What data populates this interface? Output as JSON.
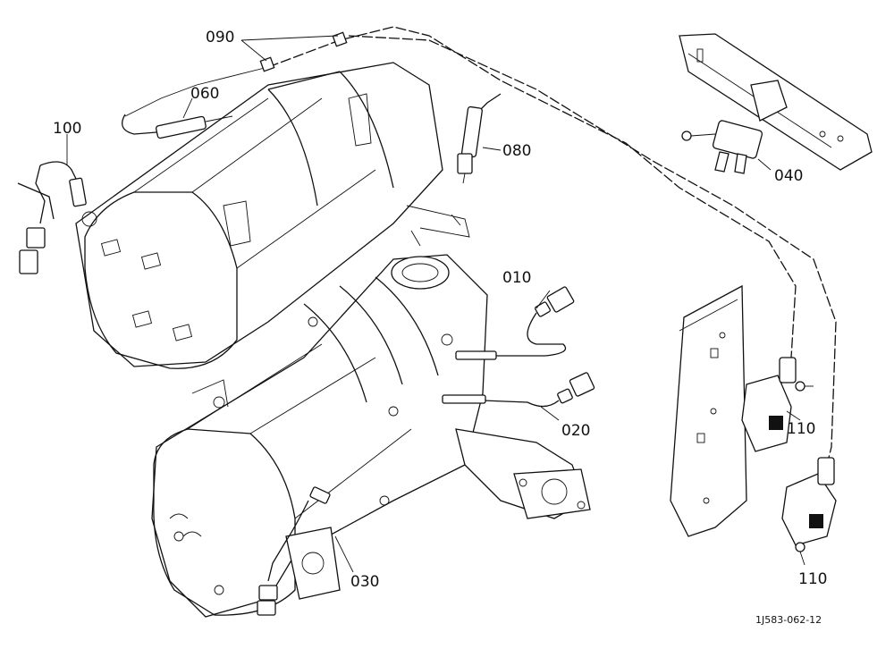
{
  "callouts": {
    "c010": "010",
    "c020": "020",
    "c030": "030",
    "c040": "040",
    "c060": "060",
    "c080": "080",
    "c090": "090",
    "c100": "100",
    "c110a": "110",
    "c110b": "110"
  },
  "reference_code": "1J583-062-12",
  "colors": {
    "ink": "#111111",
    "paper": "#ffffff"
  }
}
